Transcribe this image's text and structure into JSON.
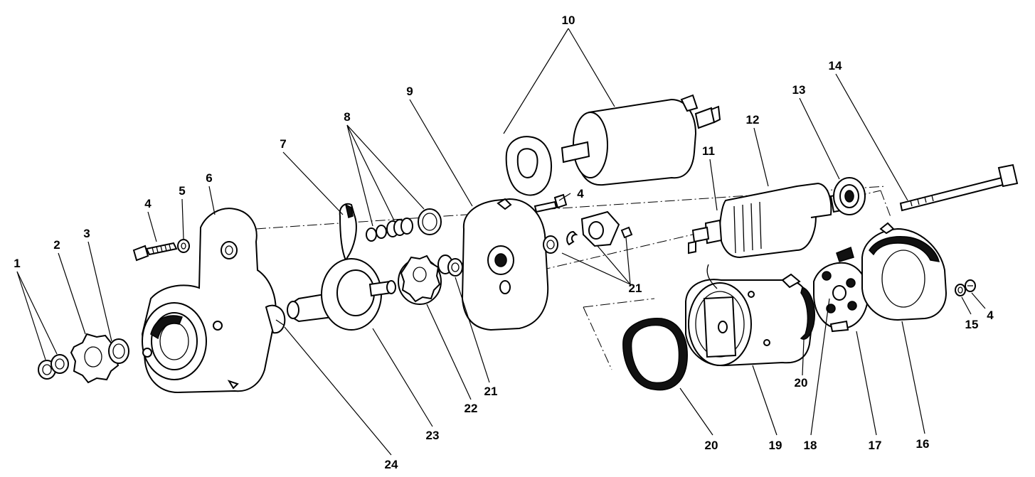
{
  "callouts": {
    "n1": "1",
    "n2": "2",
    "n3": "3",
    "n4a": "4",
    "n4b": "4",
    "n4c": "4",
    "n5": "5",
    "n6": "6",
    "n7": "7",
    "n8": "8",
    "n9": "9",
    "n10": "10",
    "n11": "11",
    "n12": "12",
    "n13": "13",
    "n14": "14",
    "n15": "15",
    "n16": "16",
    "n17": "17",
    "n18": "18",
    "n19": "19",
    "n20a": "20",
    "n20b": "20",
    "n21a": "21",
    "n21b": "21",
    "n22": "22",
    "n23": "23",
    "n24": "24"
  },
  "colors": {
    "ink": "#000000",
    "paper": "#ffffff"
  }
}
